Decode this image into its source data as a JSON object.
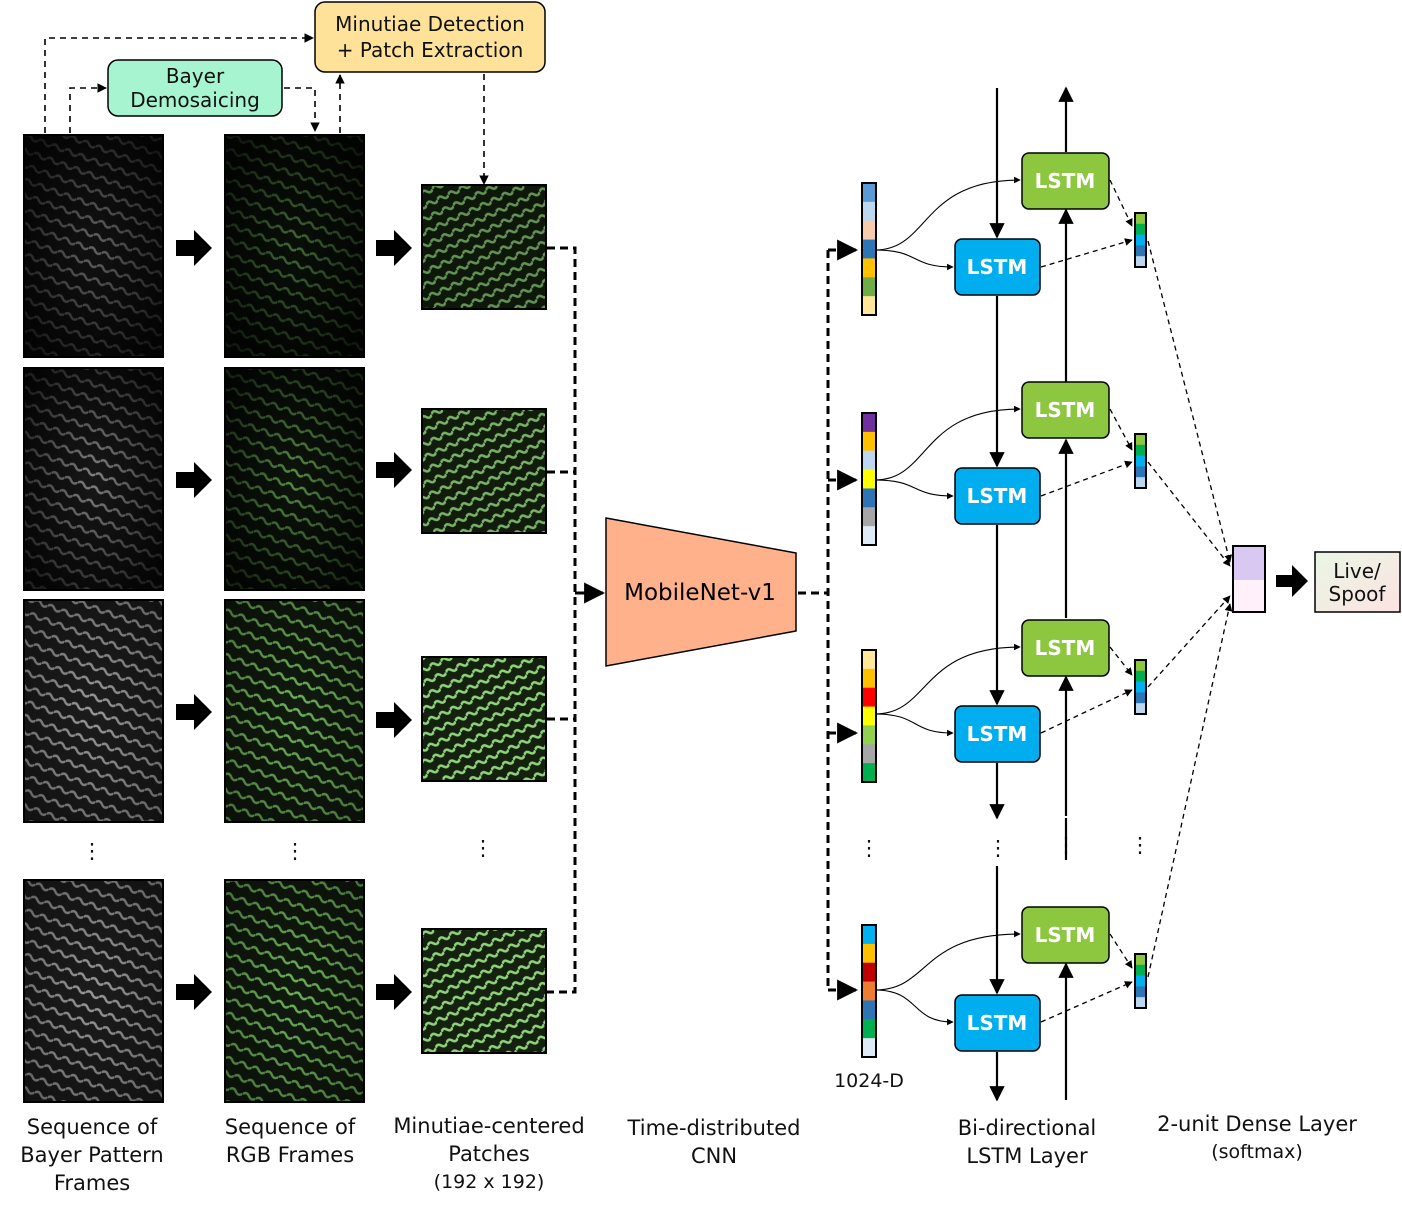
{
  "boxes": {
    "minutiae": {
      "line1": "Minutiae Detection",
      "line2": "+ Patch Extraction"
    },
    "bayer": {
      "line1": "Bayer",
      "line2": "Demosaicing"
    },
    "mobilenet": "MobileNet-v1",
    "output": {
      "line1": "Live/",
      "line2": "Spoof"
    }
  },
  "lstm_label": "LSTM",
  "dim_label": "1024-D",
  "dots": "⋮",
  "captions": {
    "bayer_seq": [
      "Sequence of",
      "Bayer Pattern",
      "Frames"
    ],
    "rgb_seq": [
      "Sequence of",
      "RGB Frames"
    ],
    "patches": [
      "Minutiae-centered",
      "Patches",
      "(192 x 192)"
    ],
    "cnn": [
      "Time-distributed",
      "CNN"
    ],
    "bilstm": [
      "Bi-directional",
      "LSTM Layer"
    ],
    "dense": [
      "2-unit Dense Layer",
      "(softmax)"
    ]
  },
  "colors": {
    "minutiae_box": "#FFE29A",
    "bayer_box": "#A6F5D0",
    "mobilenet": "#FFB18C",
    "lstm_blue": "#00AEEF",
    "lstm_green": "#8DC63F",
    "output_box_top": "#E9F6E3",
    "output_box_bottom": "#FCE3E3"
  },
  "feature_vectors": [
    [
      "#5B9BD5",
      "#BDD7EE",
      "#F8CBAD",
      "#2E75B6",
      "#FFC000",
      "#70AD47",
      "#FFE699"
    ],
    [
      "#7030A0",
      "#FFC000",
      "#BDD7EE",
      "#FFFF00",
      "#2E75B6",
      "#A6A6A6",
      "#DEEBF7"
    ],
    [
      "#FFE699",
      "#FFC000",
      "#FF0000",
      "#FFFF00",
      "#92D050",
      "#A6A6A6",
      "#00B050"
    ],
    [
      "#00B0F0",
      "#FFC000",
      "#C00000",
      "#ED7D31",
      "#2E75B6",
      "#00B050",
      "#DEEBF7"
    ]
  ],
  "mini_vectors": [
    "#8DC63F",
    "#00B050",
    "#00B0F0",
    "#2E75B6",
    "#BDD7EE"
  ],
  "dense_colors": [
    "#D9C9F2",
    "#FFF0FA"
  ]
}
